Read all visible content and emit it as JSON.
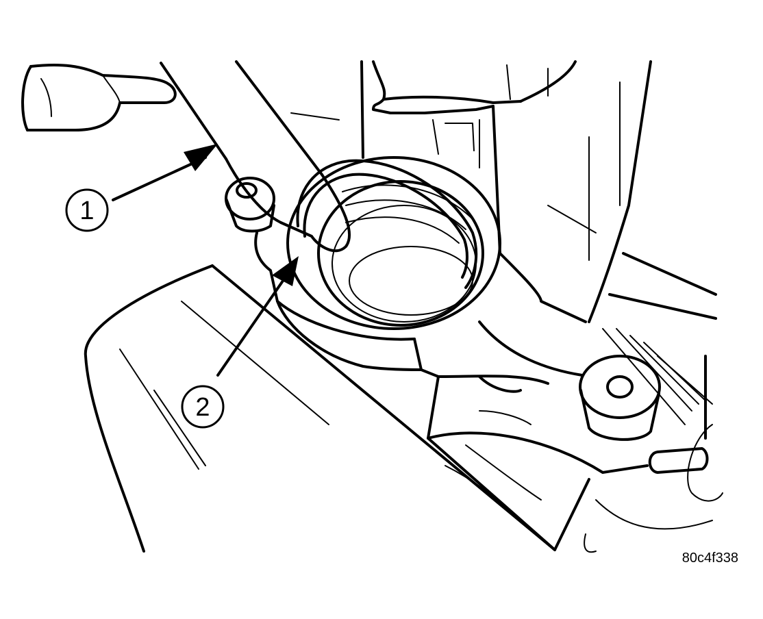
{
  "callouts": [
    {
      "id": "1",
      "label": "1"
    },
    {
      "id": "2",
      "label": "2"
    }
  ],
  "reference_code": "80c4f338",
  "colors": {
    "ink": "#000000",
    "paper": "#ffffff"
  }
}
